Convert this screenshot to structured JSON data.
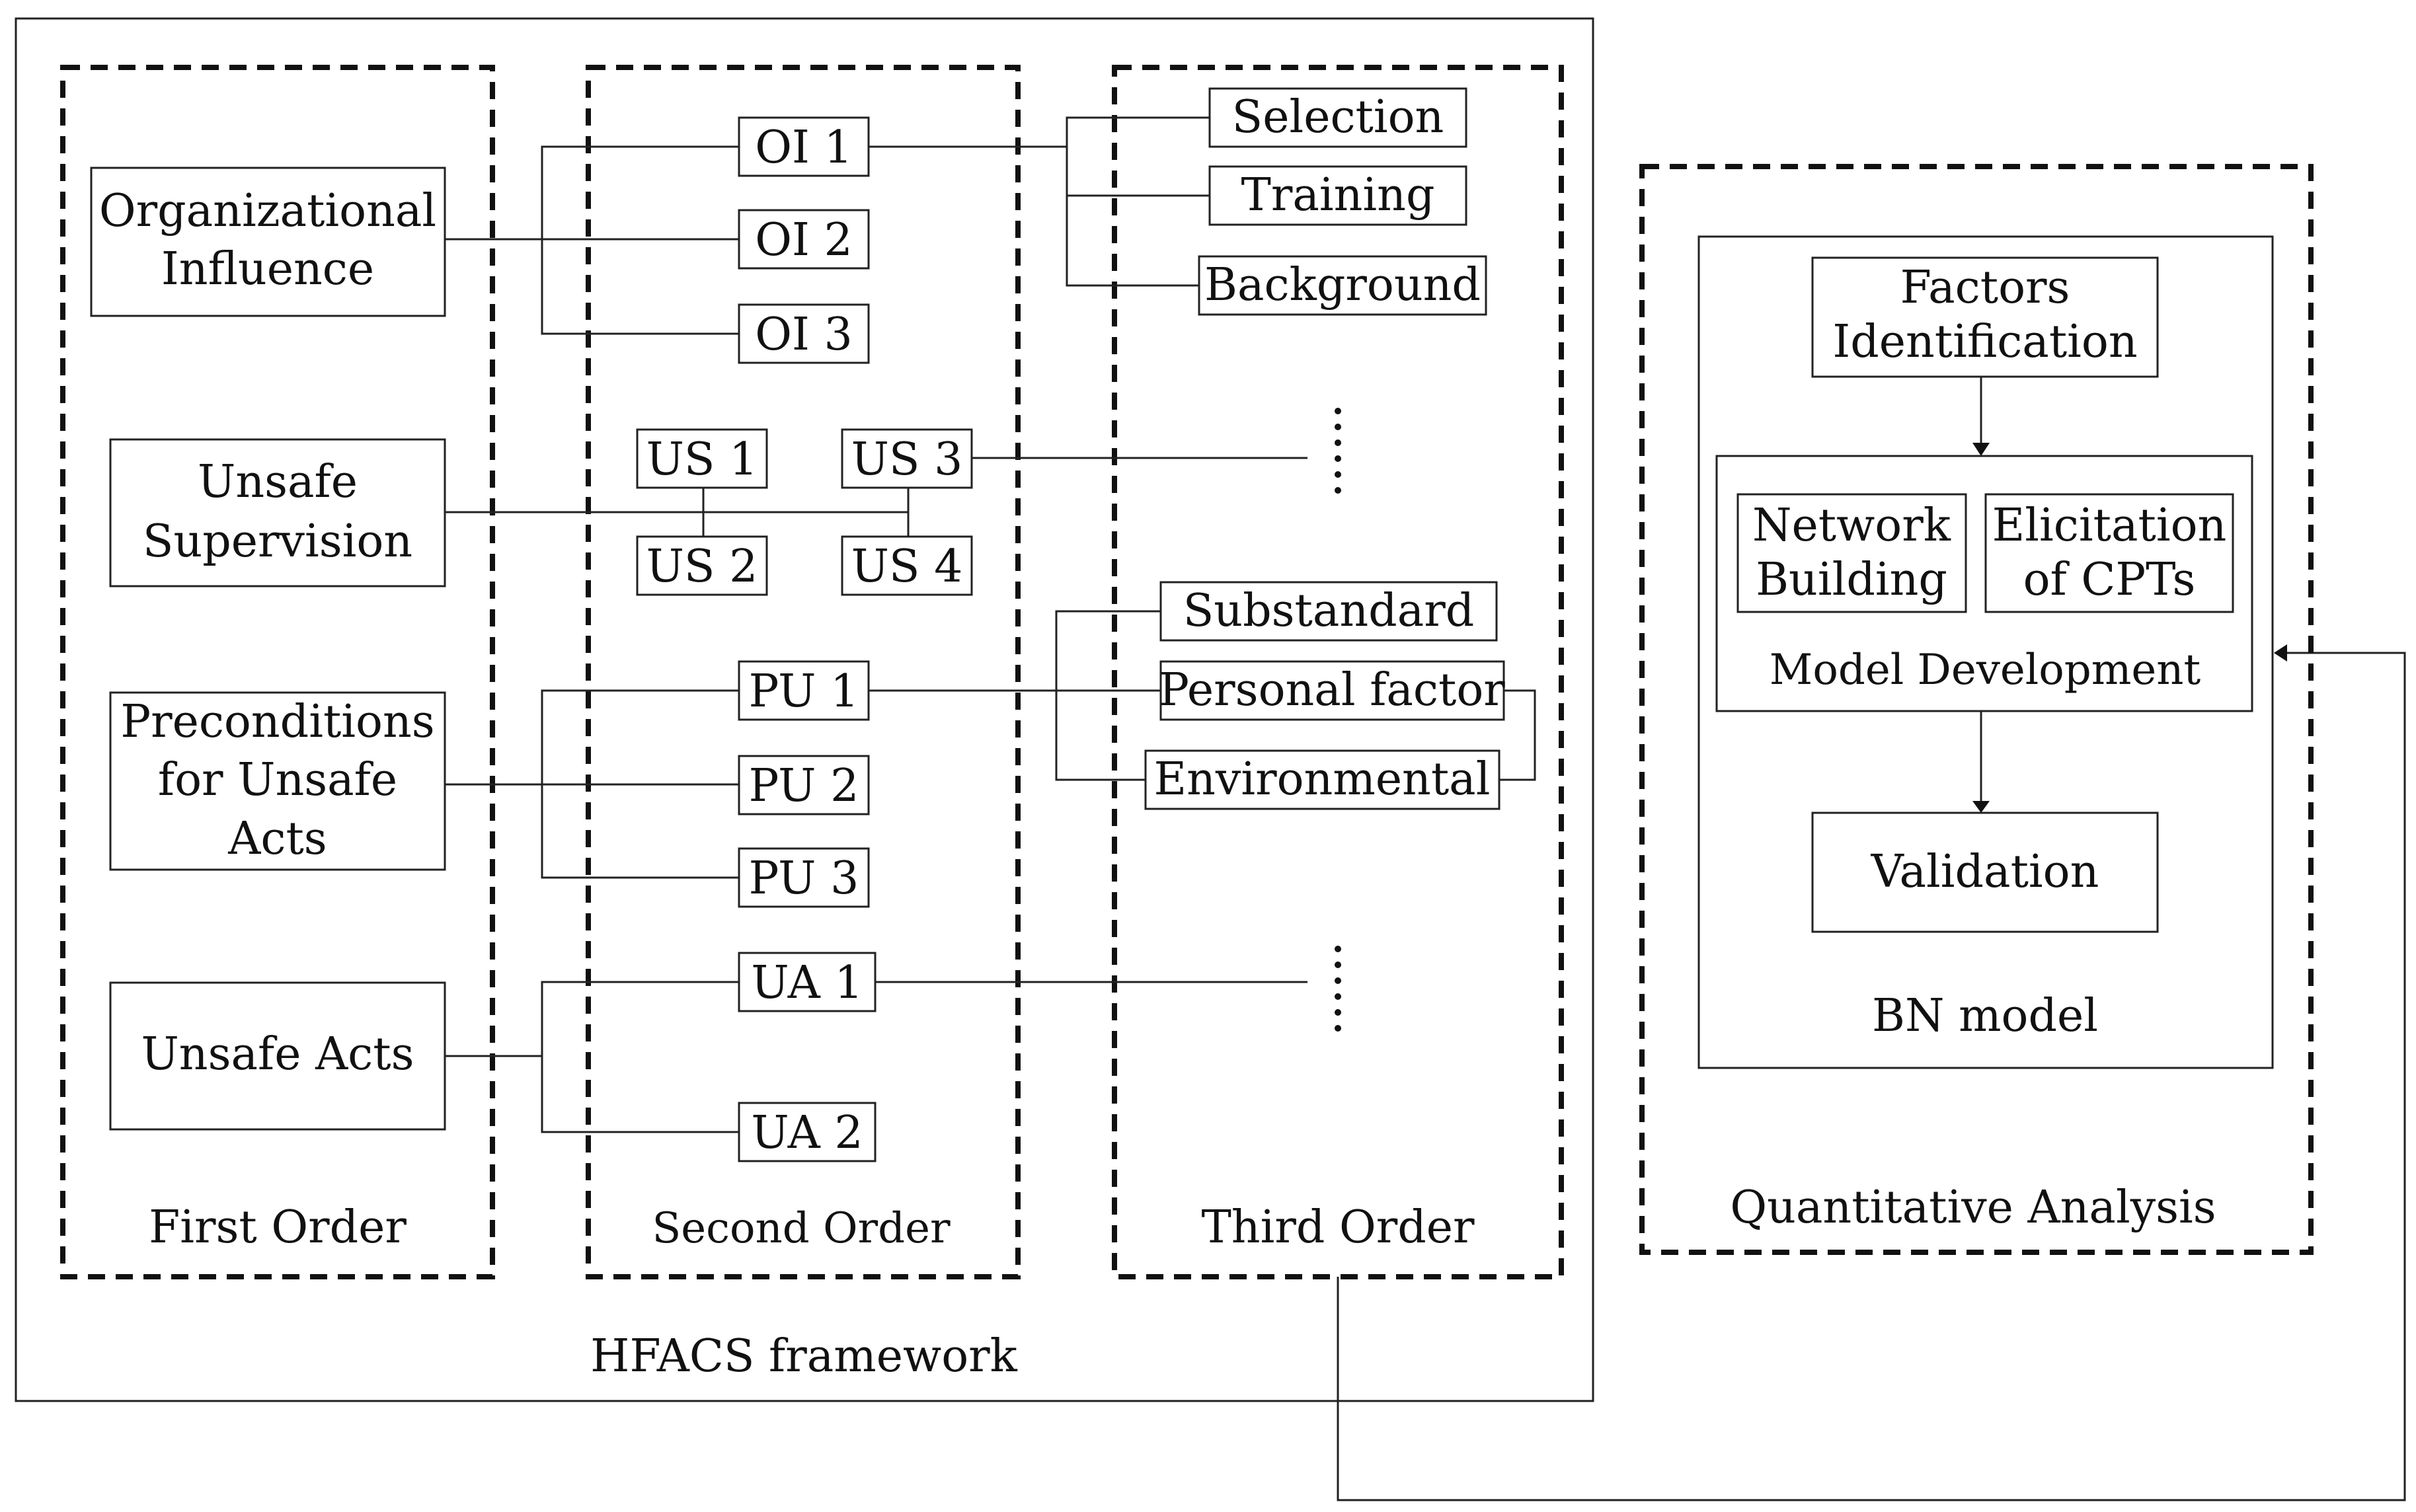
{
  "hfacs": {
    "caption": "HFACS framework",
    "first_order": {
      "caption": "First Order",
      "items": [
        {
          "lines": [
            "Organizational",
            "Influence"
          ]
        },
        {
          "lines": [
            "Unsafe",
            "Supervision"
          ]
        },
        {
          "lines": [
            "Preconditions",
            "for Unsafe",
            "Acts"
          ]
        },
        {
          "lines": [
            "Unsafe Acts"
          ]
        }
      ]
    },
    "second_order": {
      "caption": "Second Order",
      "oi": [
        "OI 1",
        "OI 2",
        "OI 3"
      ],
      "us": [
        "US 1",
        "US 3",
        "US 2",
        "US 4"
      ],
      "pu": [
        "PU 1",
        "PU 2",
        "PU 3"
      ],
      "ua": [
        "UA 1",
        "UA 2"
      ]
    },
    "third_order": {
      "caption": "Third Order",
      "oi_items": [
        "Selection",
        "Training",
        "Background"
      ],
      "pu_items": [
        "Substandard",
        "Personal factor",
        "Environmental"
      ],
      "ellipsis": "⋮"
    }
  },
  "quantitative": {
    "caption": "Quantitative Analysis",
    "bn_model": {
      "caption": "BN model",
      "factors": [
        "Factors",
        "Identification"
      ],
      "model_development": {
        "caption": "Model Development",
        "network": [
          "Network",
          "Building"
        ],
        "elicitation": [
          "Elicitation",
          "of CPTs"
        ]
      },
      "validation": "Validation"
    }
  },
  "colors": {
    "stroke": "#222222",
    "background": "#ffffff"
  }
}
